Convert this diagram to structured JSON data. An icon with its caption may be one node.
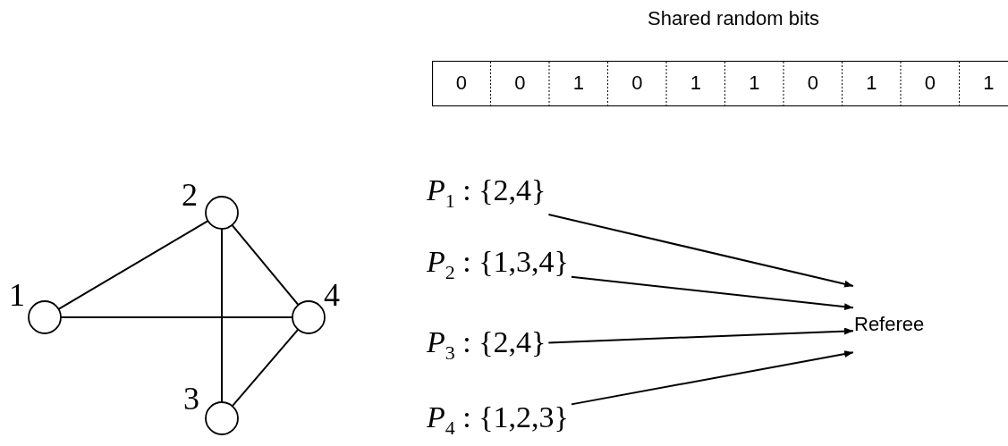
{
  "diagram": {
    "title": "Shared random bits",
    "nodes": [
      {
        "text": [
          "1"
        ]
      },
      {
        "text": [
          "2"
        ]
      },
      {
        "text": [
          "3"
        ]
      },
      {
        "text": [
          "4"
        ]
      },
      {
        "text": [
          "*P*$_{1}$ : {2,4}"
        ]
      },
      {
        "text": [
          "*P*$_{2}$ : {1,3,4}"
        ]
      },
      {
        "text": [
          "*P*$_{3}$ : {2,4}"
        ]
      },
      {
        "text": [
          "*P*$_{4}$ : {1,2,3}"
        ]
      },
      {
        "text": [
          "Referee"
        ]
      }
    ],
    "edges": [
      {
        "from": 0,
        "to": 1,
        "arrow": "none"
      },
      {
        "from": 0,
        "to": 3,
        "arrow": "none"
      },
      {
        "from": 1,
        "to": 3,
        "arrow": "none"
      },
      {
        "from": 1,
        "to": 2,
        "arrow": "none"
      },
      {
        "from": 2,
        "to": 3,
        "arrow": "none"
      },
      {
        "from": 4,
        "to": 8,
        "arrow": "to"
      },
      {
        "from": 5,
        "to": 8,
        "arrow": "to"
      },
      {
        "from": 6,
        "to": 8,
        "arrow": "to"
      },
      {
        "from": 7,
        "to": 8,
        "arrow": "to"
      }
    ],
    "labels": [
      "0",
      "0",
      "1",
      "0",
      "1",
      "1",
      "0",
      "1",
      "0",
      "1"
    ]
  }
}
